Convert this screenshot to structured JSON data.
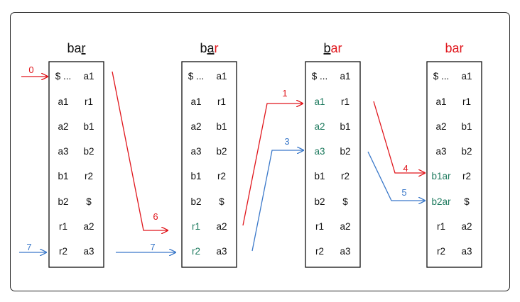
{
  "colors": {
    "red": "#e0161c",
    "blue": "#3a78c9",
    "green": "#1d7a5e",
    "black": "#111111"
  },
  "stages": [
    {
      "title": [
        {
          "text": "ba",
          "color": "black",
          "underline": false
        },
        {
          "text": "r",
          "color": "black",
          "underline": true
        }
      ],
      "rows": [
        [
          "$ ...",
          "a1"
        ],
        [
          "a1",
          "r1"
        ],
        [
          "a2",
          "b1"
        ],
        [
          "a3",
          "b2"
        ],
        [
          "b1",
          "r2"
        ],
        [
          "b2",
          "$"
        ],
        [
          "r1",
          "a2"
        ],
        [
          "r2",
          "a3"
        ]
      ],
      "highlight_rows": []
    },
    {
      "title": [
        {
          "text": "b",
          "color": "black",
          "underline": false
        },
        {
          "text": "a",
          "color": "black",
          "underline": true
        },
        {
          "text": "r",
          "color": "red",
          "underline": false
        }
      ],
      "rows": [
        [
          "$ ...",
          "a1"
        ],
        [
          "a1",
          "r1"
        ],
        [
          "a2",
          "b1"
        ],
        [
          "a3",
          "b2"
        ],
        [
          "b1",
          "r2"
        ],
        [
          "b2",
          "$"
        ],
        [
          "r1",
          "a2"
        ],
        [
          "r2",
          "a3"
        ]
      ],
      "highlight_rows": [
        6,
        7
      ]
    },
    {
      "title": [
        {
          "text": "b",
          "color": "black",
          "underline": true
        },
        {
          "text": "ar",
          "color": "red",
          "underline": false
        }
      ],
      "rows": [
        [
          "$ ...",
          "a1"
        ],
        [
          "a1",
          "r1"
        ],
        [
          "a2",
          "b1"
        ],
        [
          "a3",
          "b2"
        ],
        [
          "b1",
          "r2"
        ],
        [
          "b2",
          "$"
        ],
        [
          "r1",
          "a2"
        ],
        [
          "r2",
          "a3"
        ]
      ],
      "highlight_rows": [
        1,
        2,
        3
      ]
    },
    {
      "title": [
        {
          "text": "bar",
          "color": "red",
          "underline": false
        }
      ],
      "rows": [
        [
          "$ ...",
          "a1"
        ],
        [
          "a1",
          "r1"
        ],
        [
          "a2",
          "b1"
        ],
        [
          "a3",
          "b2"
        ],
        [
          "b1ar",
          "r2"
        ],
        [
          "b2ar",
          "$"
        ],
        [
          "r1",
          "a2"
        ],
        [
          "r2",
          "a3"
        ]
      ],
      "highlight_rows": [
        4,
        5
      ]
    }
  ],
  "arrows": [
    {
      "label": "0",
      "color": "red"
    },
    {
      "label": "7",
      "color": "blue"
    },
    {
      "label": "6",
      "color": "red"
    },
    {
      "label": "7",
      "color": "blue"
    },
    {
      "label": "1",
      "color": "red"
    },
    {
      "label": "3",
      "color": "blue"
    },
    {
      "label": "4",
      "color": "red"
    },
    {
      "label": "5",
      "color": "blue"
    }
  ]
}
